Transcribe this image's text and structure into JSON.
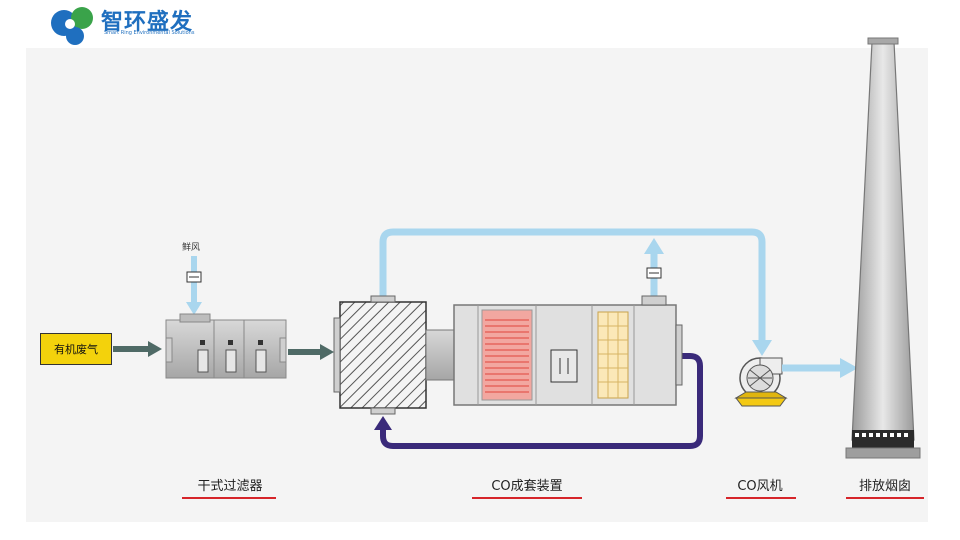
{
  "brand": {
    "name": "智环盛发",
    "tagline": "Smart Ring Environmental Solutions",
    "colors": {
      "primary": "#1f6fbf",
      "green": "#3aa34a"
    }
  },
  "diagram": {
    "input_label": "有机废气",
    "fresh_air_label": "鲜风",
    "stages": [
      {
        "id": "filter",
        "label": "干式过滤器"
      },
      {
        "id": "co_device",
        "label": "CO成套装置"
      },
      {
        "id": "fan",
        "label": "CO风机"
      },
      {
        "id": "chimney",
        "label": "排放烟囱"
      }
    ],
    "colors": {
      "flow_light": "#a9d6ee",
      "flow_dark": "#3a2a7a",
      "arrow_gray": "#4f6a66",
      "underline": "#d6252a",
      "input_fill": "#f3d20c"
    }
  }
}
